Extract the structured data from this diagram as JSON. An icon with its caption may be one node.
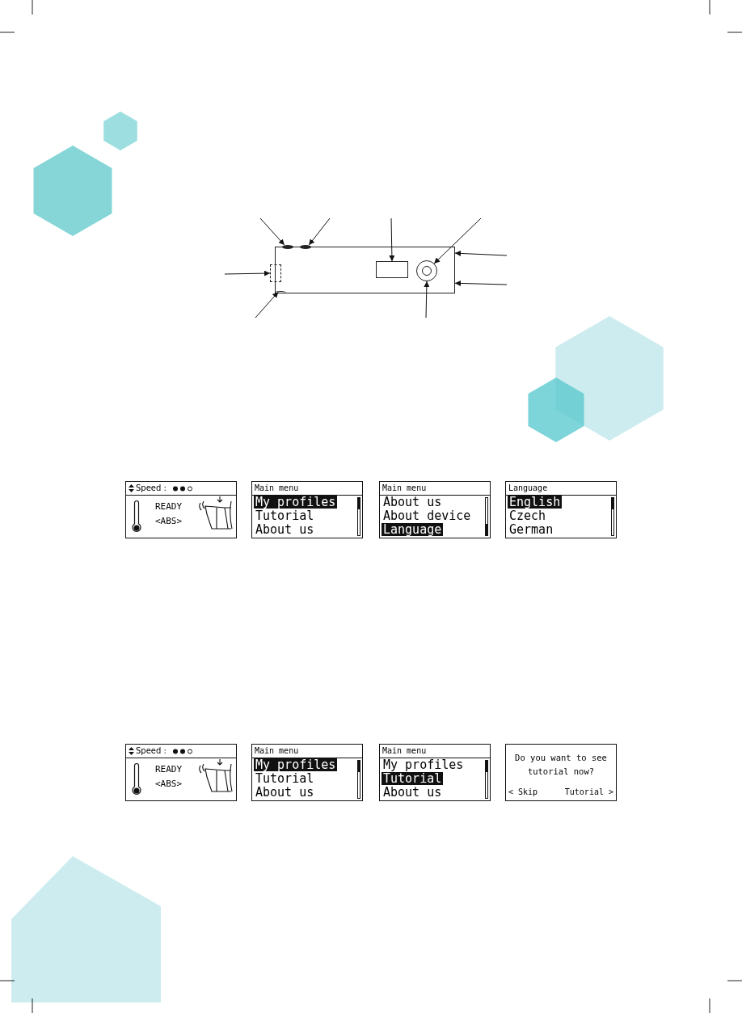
{
  "diagram": {
    "nodes": [
      {
        "text": [],
        "shape": "box"
      },
      {
        "text": [],
        "shape": "bar",
        "in": 0
      },
      {
        "text": [],
        "shape": "bar",
        "in": 0
      },
      {
        "text": [],
        "shape": "box",
        "in": 0
      },
      {
        "text": [],
        "shape": "box",
        "in": 0
      },
      {
        "text": [],
        "shape": "circle",
        "in": 0
      },
      {
        "text": [],
        "shape": "bar",
        "in": 0
      },
      {
        "text": [
          "Speed :",
          "READY",
          "<ABS>"
        ]
      },
      {
        "text": [
          "Main menu",
          "My profiles",
          "Tutorial",
          "About us"
        ]
      },
      {
        "text": [
          "Main menu",
          "About us",
          "About device",
          "Language"
        ]
      },
      {
        "text": [
          "Language",
          "English",
          "Czech",
          "German"
        ]
      },
      {
        "text": [
          "Speed :",
          "READY",
          "<ABS>"
        ]
      },
      {
        "text": [
          "Main menu",
          "My profiles",
          "Tutorial",
          "About us"
        ]
      },
      {
        "text": [
          "Main menu",
          "My profiles",
          "Tutorial",
          "About us"
        ]
      },
      {
        "text": [
          "Do you want to see tutorial now?",
          "< Skip",
          "Tutorial >"
        ]
      }
    ],
    "edges": [
      {
        "from": null,
        "to": 1,
        "arrow": "to"
      },
      {
        "from": null,
        "to": 2,
        "arrow": "to"
      },
      {
        "from": null,
        "to": 4,
        "arrow": "to"
      },
      {
        "from": null,
        "to": 5,
        "arrow": "to"
      },
      {
        "from": null,
        "to": 0,
        "arrow": "to"
      },
      {
        "from": null,
        "to": 0,
        "arrow": "to"
      },
      {
        "from": null,
        "to": 3,
        "arrow": "to"
      },
      {
        "from": null,
        "to": 6,
        "arrow": "to"
      },
      {
        "from": null,
        "to": 5,
        "arrow": "to"
      }
    ]
  }
}
